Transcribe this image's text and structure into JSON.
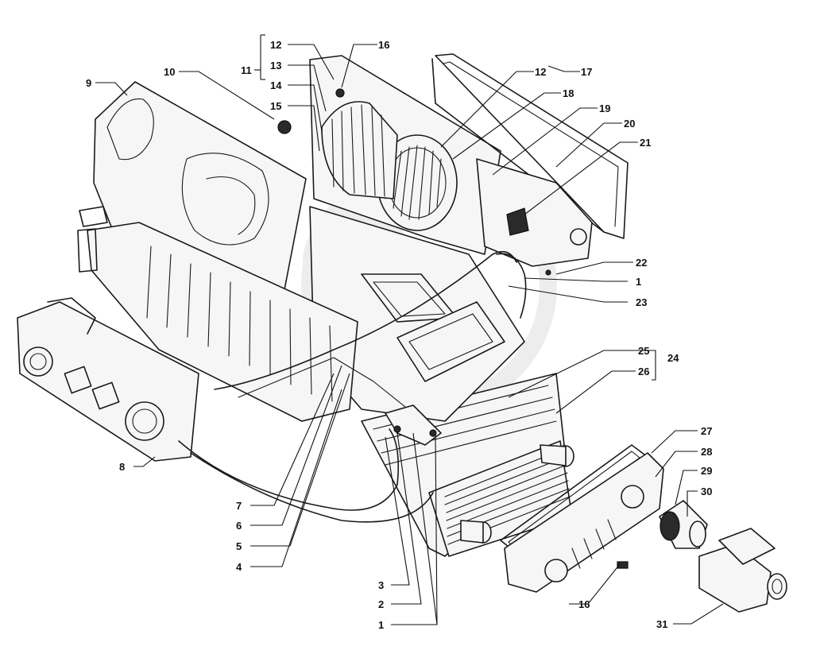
{
  "callouts": {
    "c1_right": "1",
    "c1_bottom": "1",
    "c2": "2",
    "c3": "3",
    "c4": "4",
    "c5": "5",
    "c6": "6",
    "c7": "7",
    "c8": "8",
    "c9": "9",
    "c10": "10",
    "c11": "11",
    "c12_left": "12",
    "c12_right": "12",
    "c13": "13",
    "c14": "14",
    "c15": "15",
    "c16_top": "16",
    "c16_bottom": "16",
    "c17": "17",
    "c18": "18",
    "c19": "19",
    "c20": "20",
    "c21": "21",
    "c22": "22",
    "c23": "23",
    "c24": "24",
    "c25": "25",
    "c26": "26",
    "c27": "27",
    "c28": "28",
    "c29": "29",
    "c30": "30",
    "c31": "31"
  },
  "colors": {
    "ink": "#1a1a1a",
    "background": "#ffffff",
    "watermark": "#d8d8d8"
  }
}
